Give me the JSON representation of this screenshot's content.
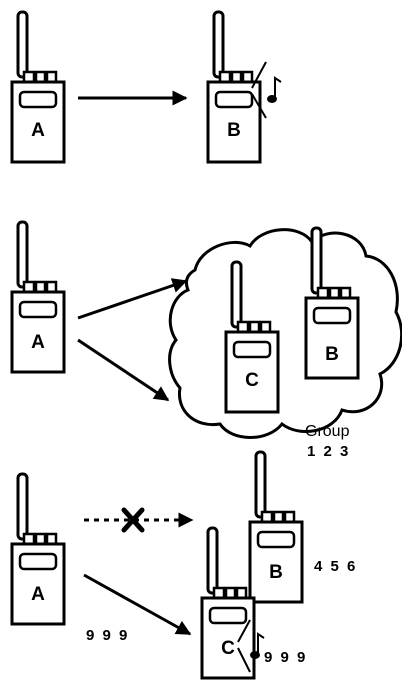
{
  "radios": {
    "row1_a": "A",
    "row1_b": "B",
    "row2_a": "A",
    "row2_b": "B",
    "row2_c": "C",
    "row3_a": "A",
    "row3_b": "B",
    "row3_c": "C"
  },
  "group": {
    "caption": "Group",
    "number": "1 2 3"
  },
  "ids": {
    "b_number": "4 5 6",
    "a_dialed": "9 9 9",
    "c_number": "9 9 9"
  },
  "colors": {
    "ink": "#000000",
    "background": "#ffffff"
  }
}
